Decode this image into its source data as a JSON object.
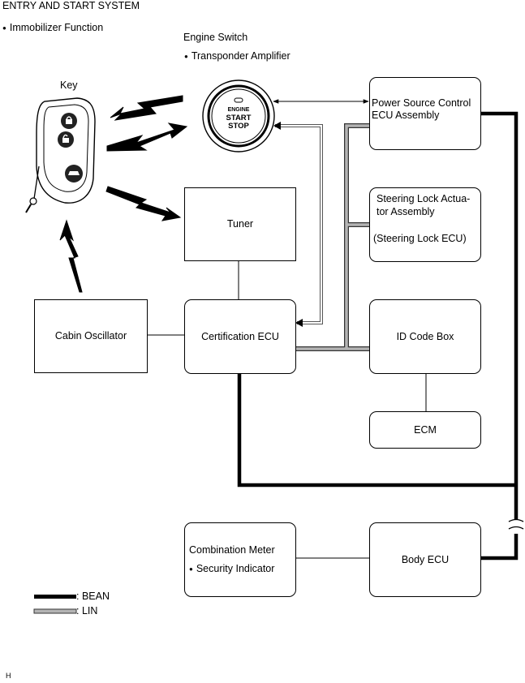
{
  "header": {
    "title": "ENTRY AND START SYSTEM",
    "subtitle": "Immobilizer Function"
  },
  "key": {
    "label": "Key"
  },
  "engine_switch": {
    "label": "Engine Switch",
    "sub": "Transponder Amplifier",
    "button_line1": "ENGINE",
    "button_line2": "START",
    "button_line3": "STOP"
  },
  "boxes": {
    "power_source": {
      "line1": "Power Source Control",
      "line2": "ECU Assembly"
    },
    "steering_lock": {
      "line1": "Steering Lock Actua-",
      "line2": "tor Assembly",
      "line3": "(Steering Lock ECU)"
    },
    "tuner": {
      "label": "Tuner"
    },
    "cabin_oscillator": {
      "label": "Cabin Oscillator"
    },
    "certification_ecu": {
      "label": "Certification ECU"
    },
    "id_code_box": {
      "label": "ID Code Box"
    },
    "ecm": {
      "label": "ECM"
    },
    "combination_meter": {
      "line1": "Combination Meter",
      "line2": "Security Indicator"
    },
    "body_ecu": {
      "label": "Body ECU"
    }
  },
  "legend": {
    "bean": ": BEAN",
    "lin": ": LIN"
  },
  "footer": {
    "code": "H"
  },
  "colors": {
    "bean": "#000000",
    "lin": "#b4b4b4",
    "lin_outline": "#333333"
  }
}
